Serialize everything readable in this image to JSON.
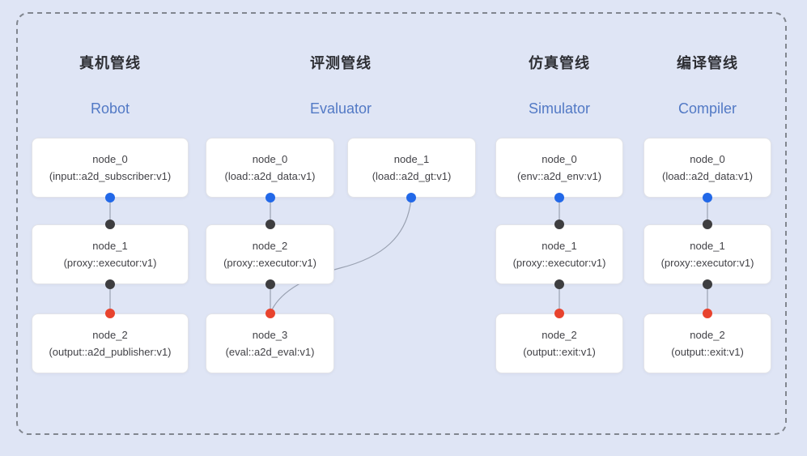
{
  "diagram": {
    "type": "pipeline-graph",
    "pipelines": [
      {
        "id": "robot",
        "title_zh": "真机管线",
        "title_en": "Robot",
        "nodes": [
          {
            "name": "node_0",
            "type": "(input::a2d_subscriber:v1)",
            "out_port": "blue"
          },
          {
            "name": "node_1",
            "type": "(proxy::executor:v1)",
            "in_port": "black",
            "out_port": "black"
          },
          {
            "name": "node_2",
            "type": "(output::a2d_publisher:v1)",
            "in_port": "red"
          }
        ]
      },
      {
        "id": "evaluator",
        "title_zh": "评测管线",
        "title_en": "Evaluator",
        "nodes": [
          {
            "name": "node_0",
            "type": "(load::a2d_data:v1)",
            "out_port": "blue"
          },
          {
            "name": "node_1",
            "type": "(load::a2d_gt:v1)",
            "out_port": "blue"
          },
          {
            "name": "node_2",
            "type": "(proxy::executor:v1)",
            "in_port": "black",
            "out_port": "black"
          },
          {
            "name": "node_3",
            "type": "(eval::a2d_eval:v1)",
            "in_port": "red"
          }
        ]
      },
      {
        "id": "simulator",
        "title_zh": "仿真管线",
        "title_en": "Simulator",
        "nodes": [
          {
            "name": "node_0",
            "type": "(env::a2d_env:v1)",
            "out_port": "blue"
          },
          {
            "name": "node_1",
            "type": "(proxy::executor:v1)",
            "in_port": "black",
            "out_port": "black"
          },
          {
            "name": "node_2",
            "type": "(output::exit:v1)",
            "in_port": "red"
          }
        ]
      },
      {
        "id": "compiler",
        "title_zh": "编译管线",
        "title_en": "Compiler",
        "nodes": [
          {
            "name": "node_0",
            "type": "(load::a2d_data:v1)",
            "out_port": "blue"
          },
          {
            "name": "node_1",
            "type": "(proxy::executor:v1)",
            "in_port": "black",
            "out_port": "black"
          },
          {
            "name": "node_2",
            "type": "(output::exit:v1)",
            "in_port": "red"
          }
        ]
      }
    ],
    "edges": [
      {
        "from": "robot.node_0",
        "to": "robot.node_1"
      },
      {
        "from": "robot.node_1",
        "to": "robot.node_2"
      },
      {
        "from": "evaluator.node_0",
        "to": "evaluator.node_2"
      },
      {
        "from": "evaluator.node_1",
        "to": "evaluator.node_3",
        "style": "curved"
      },
      {
        "from": "evaluator.node_2",
        "to": "evaluator.node_3"
      },
      {
        "from": "simulator.node_0",
        "to": "simulator.node_1"
      },
      {
        "from": "simulator.node_1",
        "to": "simulator.node_2"
      },
      {
        "from": "compiler.node_0",
        "to": "compiler.node_1"
      },
      {
        "from": "compiler.node_1",
        "to": "compiler.node_2"
      }
    ]
  },
  "colors": {
    "bg": "#dfe5f5",
    "frame_border": "#81868f",
    "box_bg": "#ffffff",
    "box_border": "#e2e3e8",
    "node_text": "#424247",
    "title_zh": "#2d2e33",
    "accent_blue": "#5279c5",
    "edge_color": "#99a1b1",
    "port_input": "#2268e8",
    "port_internal": "#3e3e40",
    "port_output": "#e8432e"
  }
}
